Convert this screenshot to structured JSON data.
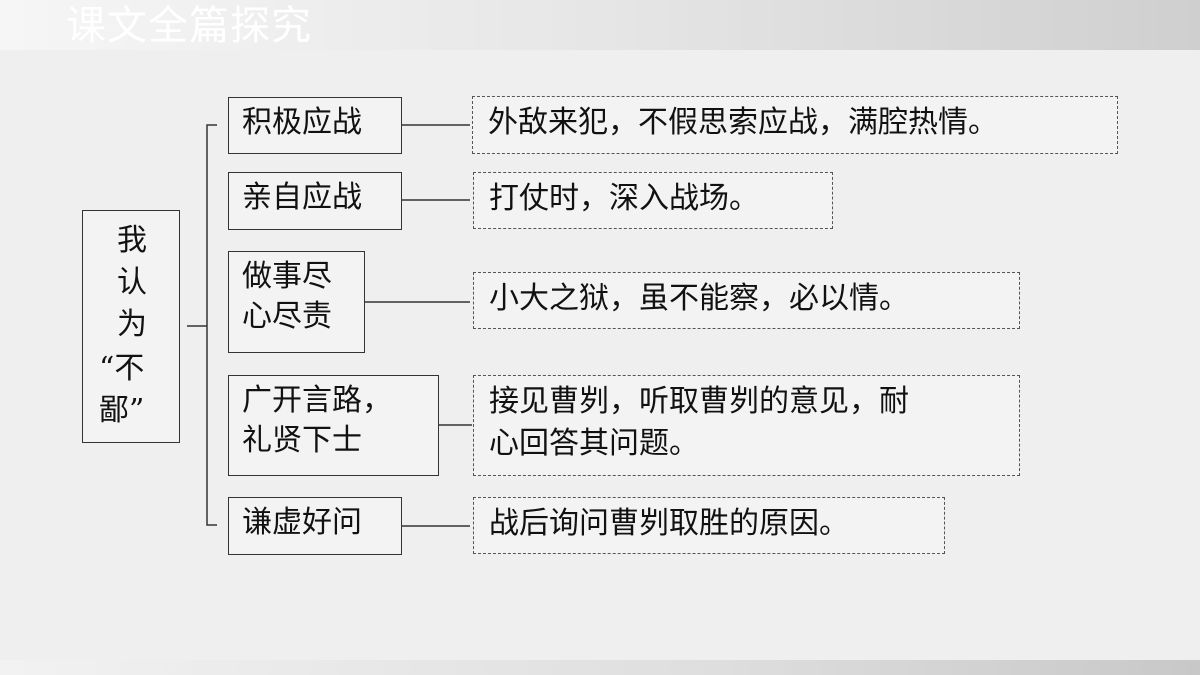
{
  "title": "课文全篇探究",
  "root": {
    "lines": [
      "我",
      "认",
      "为",
      "“不",
      "鄙”"
    ]
  },
  "branches": [
    {
      "category": [
        "积极应战"
      ],
      "description": [
        "外敌来犯，不假思索应战，满腔热情。"
      ]
    },
    {
      "category": [
        "亲自应战"
      ],
      "description": [
        "打仗时，深入战场。"
      ]
    },
    {
      "category": [
        "做事尽",
        "心尽责"
      ],
      "description": [
        "小大之狱，虽不能察，必以情。"
      ]
    },
    {
      "category": [
        "广开言路，",
        "礼贤下士"
      ],
      "description": [
        "接见曹刿，听取曹刿的意见，耐",
        "心回答其问题。"
      ]
    },
    {
      "category": [
        "谦虚好问"
      ],
      "description": [
        "战后询问曹刿取胜的原因。"
      ]
    }
  ],
  "colors": {
    "line": "#333333",
    "text": "#111111",
    "background": "#efefef"
  }
}
